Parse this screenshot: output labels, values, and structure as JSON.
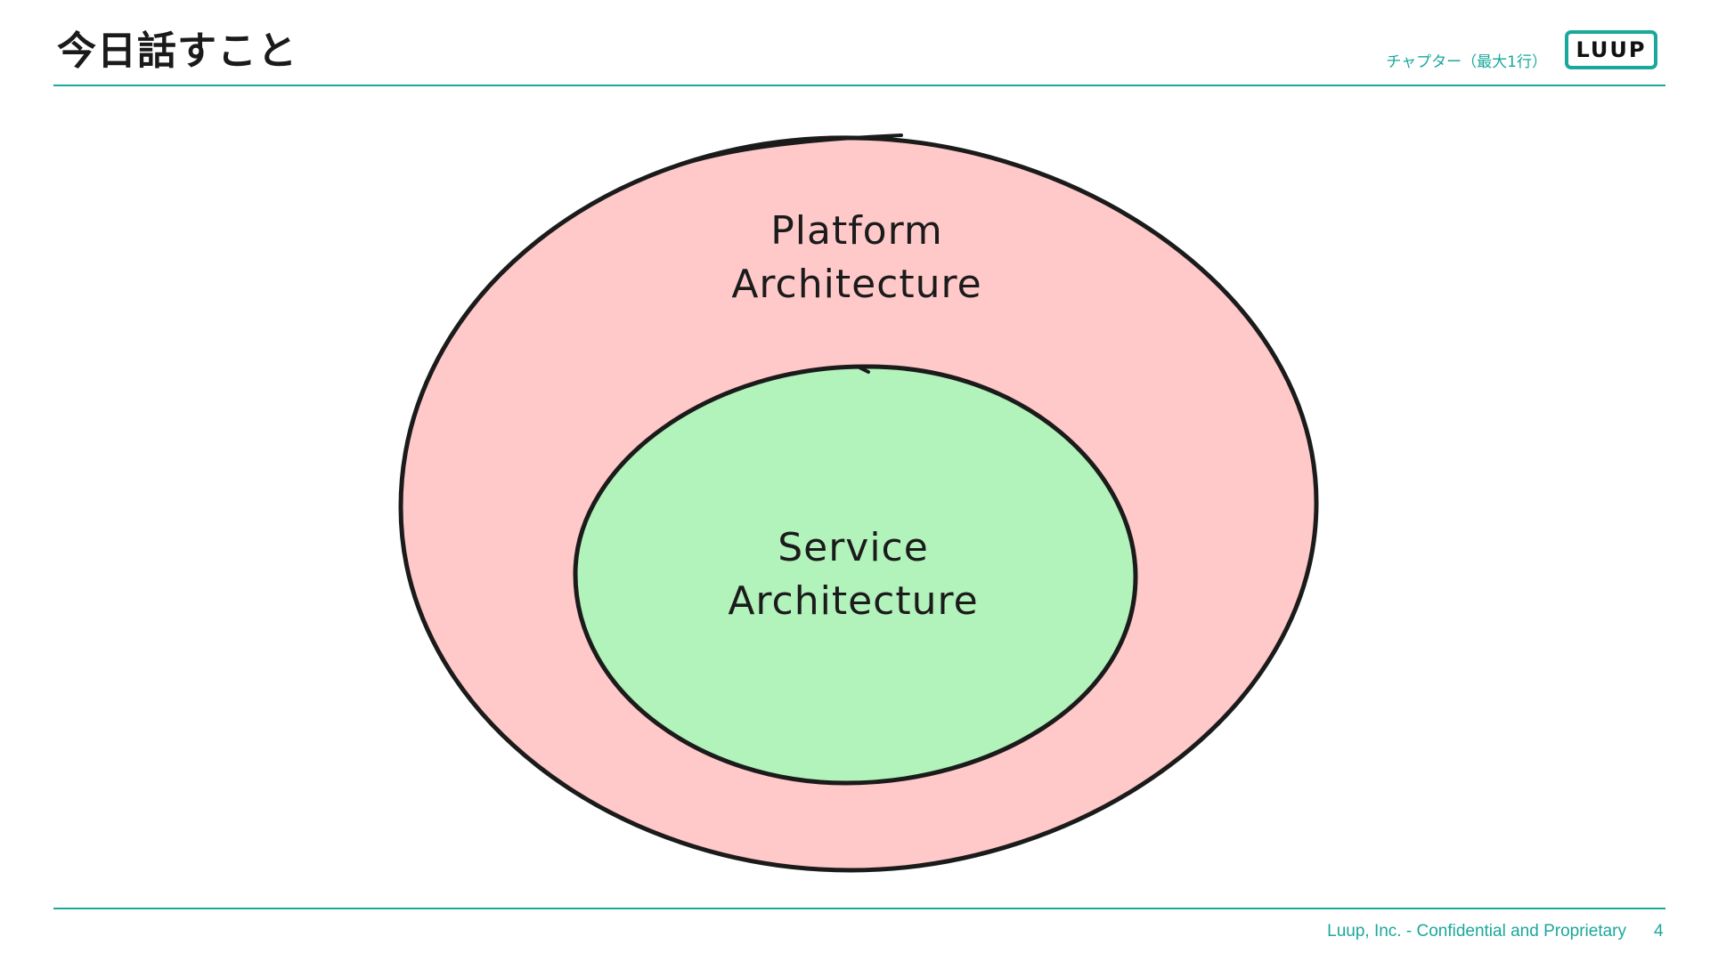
{
  "header": {
    "title": "今日話すこと",
    "chapter": "チャプター（最大1行）",
    "logo_text": "LUUP"
  },
  "diagram": {
    "outer": {
      "label_line1": "Platform",
      "label_line2": "Architecture",
      "fill": "#ffc9c9"
    },
    "inner": {
      "label_line1": "Service",
      "label_line2": "Architecture",
      "fill": "#b2f2bb"
    },
    "stroke": "#1b1b1b"
  },
  "footer": {
    "confidential": "Luup, Inc. - Confidential and Proprietary",
    "page_number": "4"
  },
  "colors": {
    "accent": "#1aa89c"
  }
}
